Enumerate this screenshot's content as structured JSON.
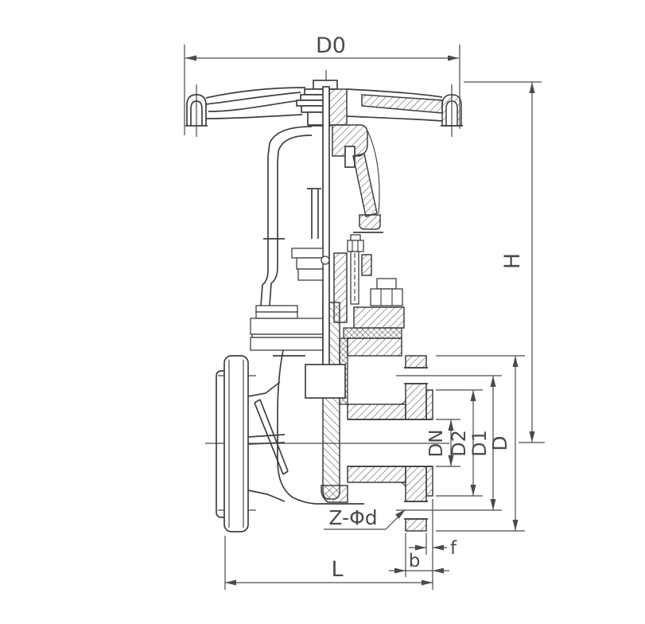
{
  "drawing": {
    "background_color": "#ffffff",
    "line_color": "#3f3f3f",
    "labels": {
      "d0": "D0",
      "h": "H",
      "dn": "DN",
      "d2": "D2",
      "d1": "D1",
      "d": "D",
      "z_phi_d": "Z-Φd",
      "f": "f",
      "b": "b",
      "l": "L"
    }
  }
}
